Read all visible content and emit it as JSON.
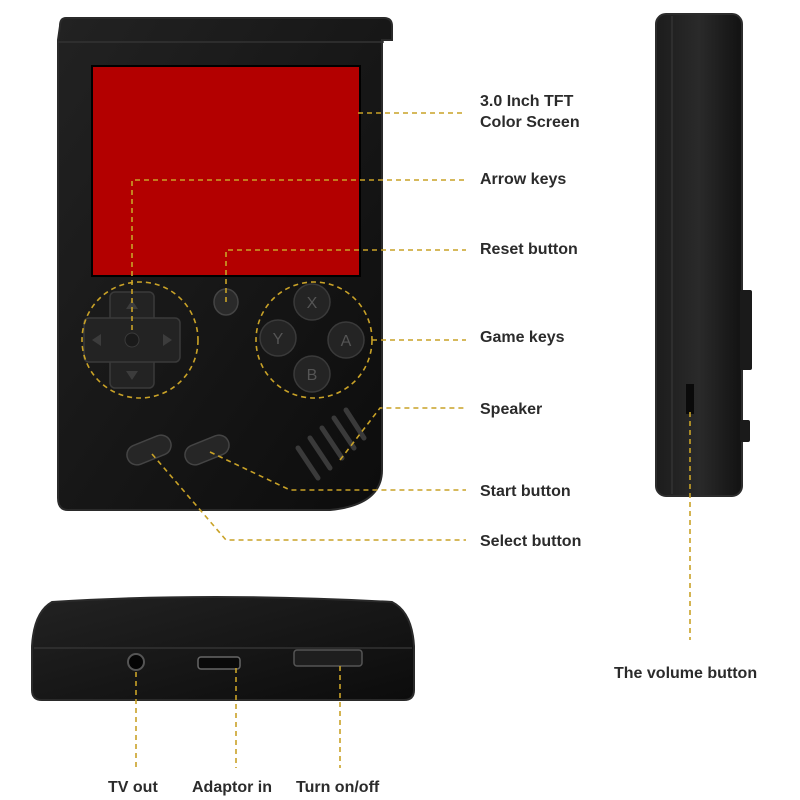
{
  "labels": {
    "screen_line1": "3.0 Inch TFT",
    "screen_line2": "Color Screen",
    "arrow_keys": "Arrow keys",
    "reset_button": "Reset button",
    "game_keys": "Game keys",
    "speaker": "Speaker",
    "start_button": "Start button",
    "select_button": "Select button",
    "volume_button": "The volume button",
    "tv_out": "TV out",
    "adaptor_in": "Adaptor in",
    "turn_on_off": "Turn on/off"
  },
  "game_key_letters": {
    "x": "X",
    "y": "Y",
    "a": "A",
    "b": "B"
  },
  "colors": {
    "device_body": "#161616",
    "device_edge": "#2a2a2a",
    "screen": "#b30000",
    "leader_line": "#c9a227",
    "label_text": "#2b2b2b"
  }
}
